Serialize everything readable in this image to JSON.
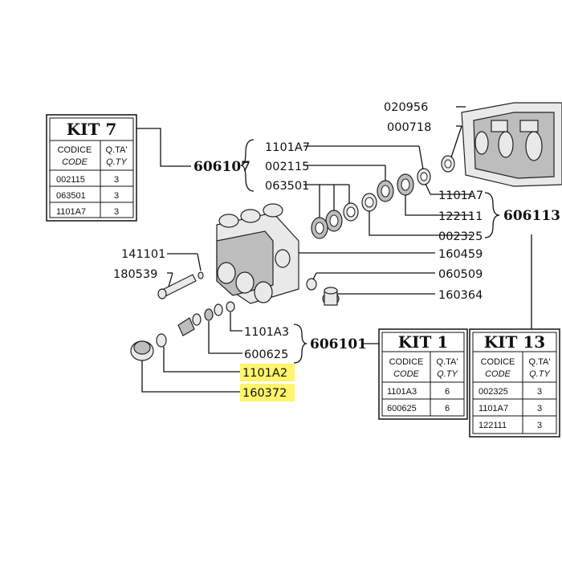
{
  "top_labels": [
    "020956",
    "000718"
  ],
  "group_606107": {
    "number": "606107",
    "items": [
      "1101A7",
      "002115",
      "063501"
    ]
  },
  "group_606113": {
    "number": "606113",
    "items": [
      "1101A7",
      "122111",
      "002325"
    ]
  },
  "left_labels": [
    "141101",
    "180539"
  ],
  "right_labels": [
    "160459",
    "060509",
    "160364"
  ],
  "group_606101": {
    "number": "606101",
    "items": [
      "1101A3",
      "600625"
    ]
  },
  "highlighted_labels": [
    "1101A2",
    "160372"
  ],
  "highlight_color": "#fff46b",
  "kit7": {
    "title": "KIT 7",
    "head_code": "CODICE",
    "head_code_en": "CODE",
    "head_qty": "Q.TA'",
    "head_qty_en": "Q.TY",
    "rows": [
      [
        "002115",
        "3"
      ],
      [
        "063501",
        "3"
      ],
      [
        "1101A7",
        "3"
      ]
    ]
  },
  "kit1": {
    "title": "KIT 1",
    "head_code": "CODICE",
    "head_code_en": "CODE",
    "head_qty": "Q.TA'",
    "head_qty_en": "Q.TY",
    "rows": [
      [
        "1101A3",
        "6"
      ],
      [
        "600625",
        "6"
      ]
    ]
  },
  "kit13": {
    "title": "KIT 13",
    "head_code": "CODICE",
    "head_code_en": "CODE",
    "head_qty": "Q.TA'",
    "head_qty_en": "Q.TY",
    "rows": [
      [
        "002325",
        "3"
      ],
      [
        "1101A7",
        "3"
      ],
      [
        "122111",
        "3"
      ]
    ]
  }
}
